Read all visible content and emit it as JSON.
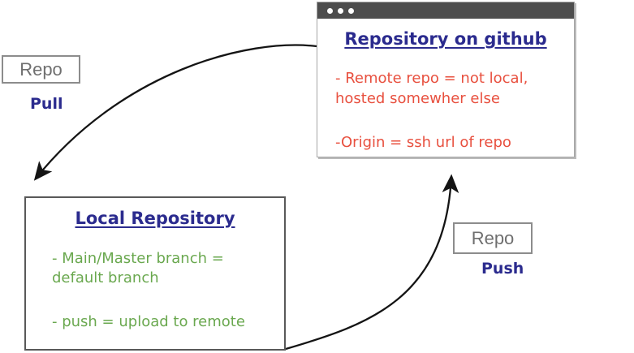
{
  "colors": {
    "navy_color": "#2b2b8e",
    "red_color": "#e8503f",
    "green_color": "#6aa84f",
    "titlebar_color": "#4d4d4d",
    "arrow_color": "#141414"
  },
  "github_window": {
    "titlebar_icon": "window-dots",
    "title": "Repository on github",
    "note1_lines": [
      "- Remote repo = not local,",
      "hosted somewher else"
    ],
    "note2": "-Origin = ssh url of repo"
  },
  "local_repo": {
    "title": "Local Repository",
    "note1_lines": [
      "- Main/Master branch =",
      "default branch"
    ],
    "note2": "- push = upload to remote"
  },
  "pull": {
    "box_label": "Repo",
    "action_label": "Pull"
  },
  "push": {
    "box_label": "Repo",
    "action_label": "Push"
  }
}
